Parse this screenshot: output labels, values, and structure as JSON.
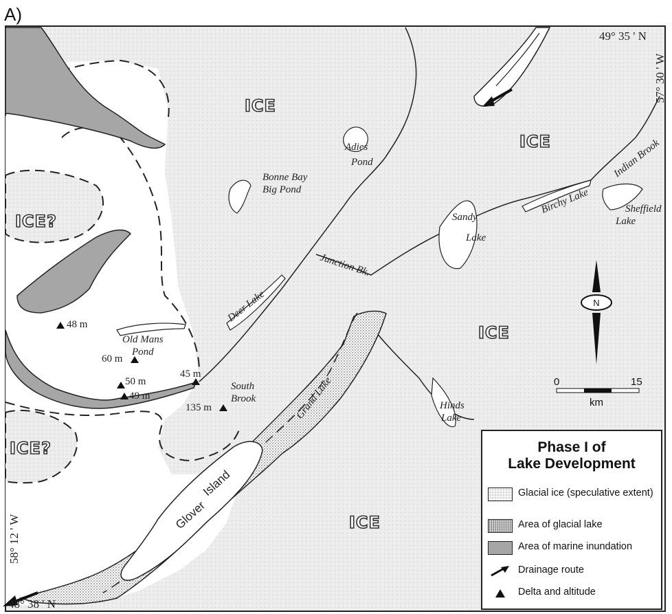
{
  "panel_label": "A)",
  "labels": {
    "ice": [
      "ICE",
      "ICE",
      "ICE",
      "ICE"
    ],
    "ice_q": [
      "ICE?",
      "ICE?"
    ],
    "places": {
      "adies_1": "Adies",
      "adies_2": "Pond",
      "bonne_1": "Bonne Bay",
      "bonne_2": "Big Pond",
      "sandy_1": "Sandy",
      "sandy_2": "Lake",
      "junction": "Junction Bk.",
      "birchy": "Birchy Lake",
      "indian": "Indian Brook",
      "sheffield_1": "Sheffield",
      "sheffield_2": "Lake",
      "deer": "Deer Lake",
      "oldmans_1": "Old Mans",
      "oldmans_2": "Pond",
      "south_1": "South",
      "south_2": "Brook",
      "grand": "Grand Lake",
      "hinds_1": "Hinds",
      "hinds_2": "Lake",
      "glover": "Glover",
      "island": "Island"
    },
    "deltas": [
      "48 m",
      "60 m",
      "50 m",
      "49 m",
      "45 m",
      "135 m"
    ]
  },
  "coords": {
    "ne_lat": "49° 35 ' N",
    "ne_lon": "57° 30 ' W",
    "sw_lon": "58° 12 ' W",
    "sw_lat": "48° 38 ' N"
  },
  "north": "N",
  "scale": {
    "min": "0",
    "max": "15",
    "unit": "km"
  },
  "legend": {
    "title_1": "Phase I of",
    "title_2": "Lake Development",
    "items": [
      "Glacial ice (speculative extent)",
      "Area of glacial lake",
      "Area of marine inundation",
      "Drainage route",
      "Delta and altitude"
    ]
  },
  "colors": {
    "ice": "#ececec",
    "marine": "#a6a6a6",
    "unglaciated": "#ffffff",
    "line": "#222222"
  }
}
